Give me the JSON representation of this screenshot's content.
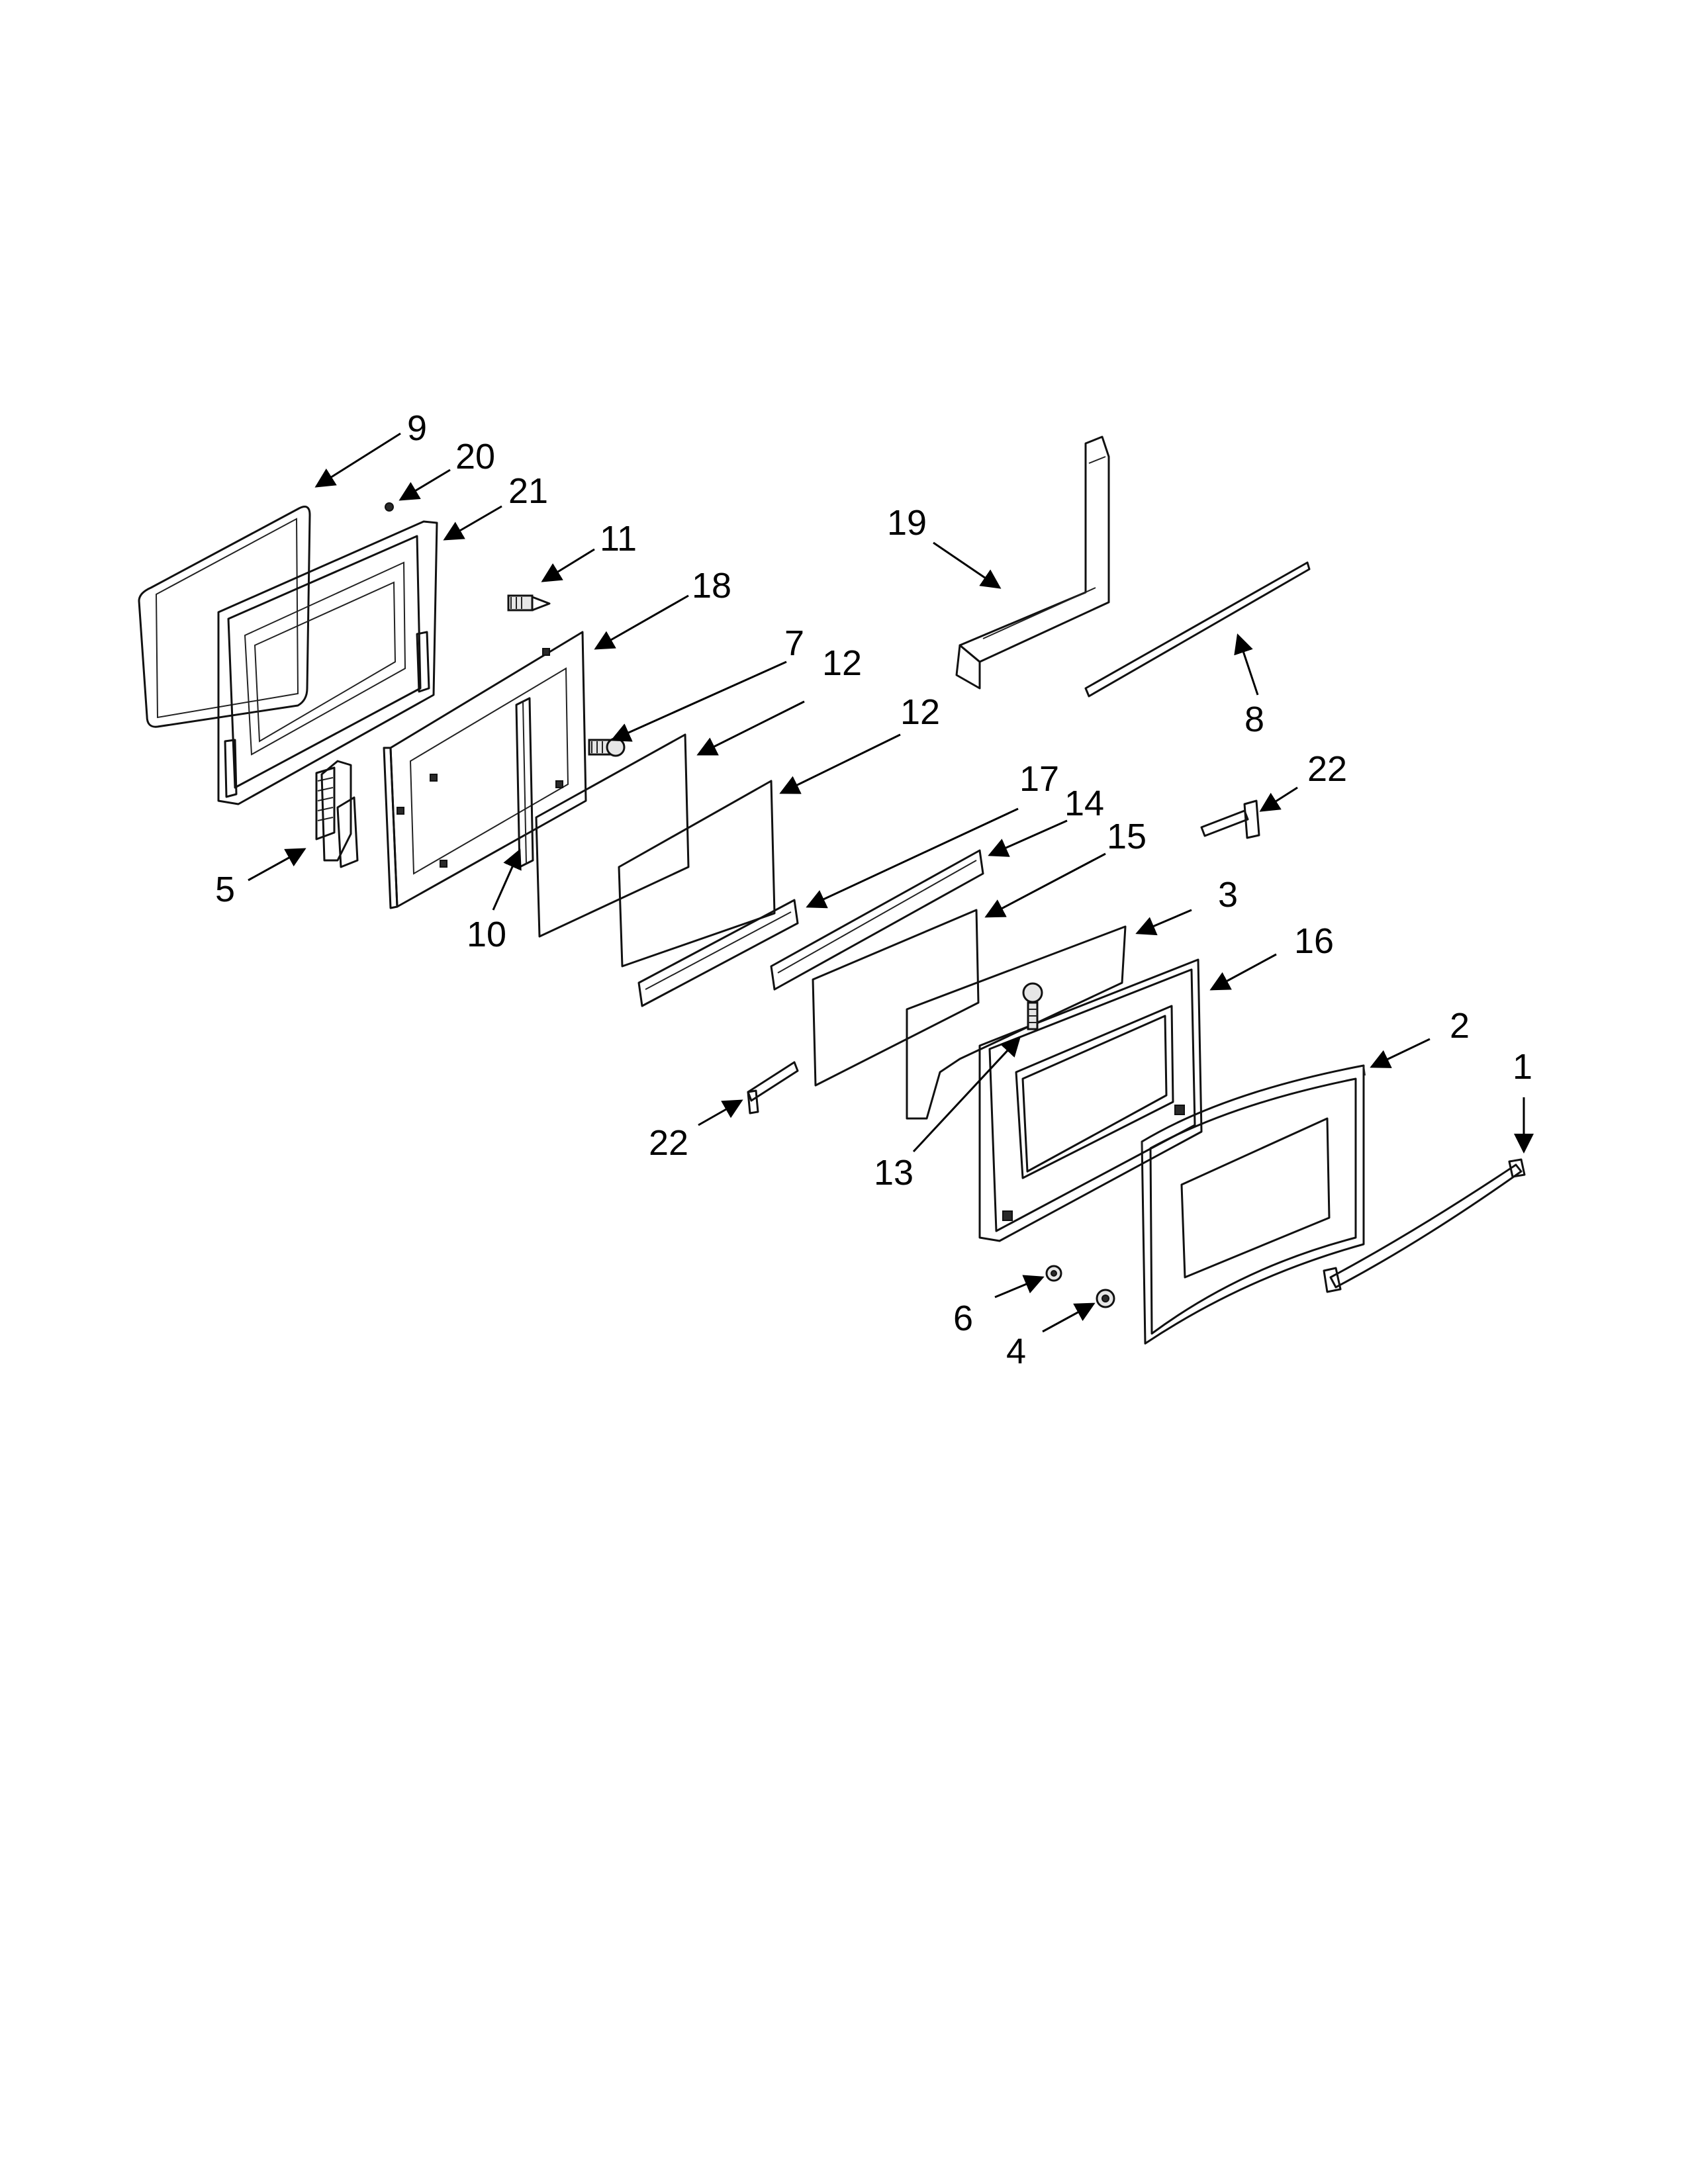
{
  "diagram": {
    "callouts": [
      {
        "id": "c9",
        "label": "9"
      },
      {
        "id": "c20",
        "label": "20"
      },
      {
        "id": "c21",
        "label": "21"
      },
      {
        "id": "c11",
        "label": "11"
      },
      {
        "id": "c18",
        "label": "18"
      },
      {
        "id": "c7",
        "label": "7"
      },
      {
        "id": "c12a",
        "label": "12"
      },
      {
        "id": "c12b",
        "label": "12"
      },
      {
        "id": "c5",
        "label": "5"
      },
      {
        "id": "c10",
        "label": "10"
      },
      {
        "id": "c19",
        "label": "19"
      },
      {
        "id": "c8",
        "label": "8"
      },
      {
        "id": "c22a",
        "label": "22"
      },
      {
        "id": "c17",
        "label": "17"
      },
      {
        "id": "c14",
        "label": "14"
      },
      {
        "id": "c15",
        "label": "15"
      },
      {
        "id": "c3",
        "label": "3"
      },
      {
        "id": "c16",
        "label": "16"
      },
      {
        "id": "c2",
        "label": "2"
      },
      {
        "id": "c1",
        "label": "1"
      },
      {
        "id": "c22b",
        "label": "22"
      },
      {
        "id": "c13",
        "label": "13"
      },
      {
        "id": "c6",
        "label": "6"
      },
      {
        "id": "c4",
        "label": "4"
      }
    ]
  }
}
